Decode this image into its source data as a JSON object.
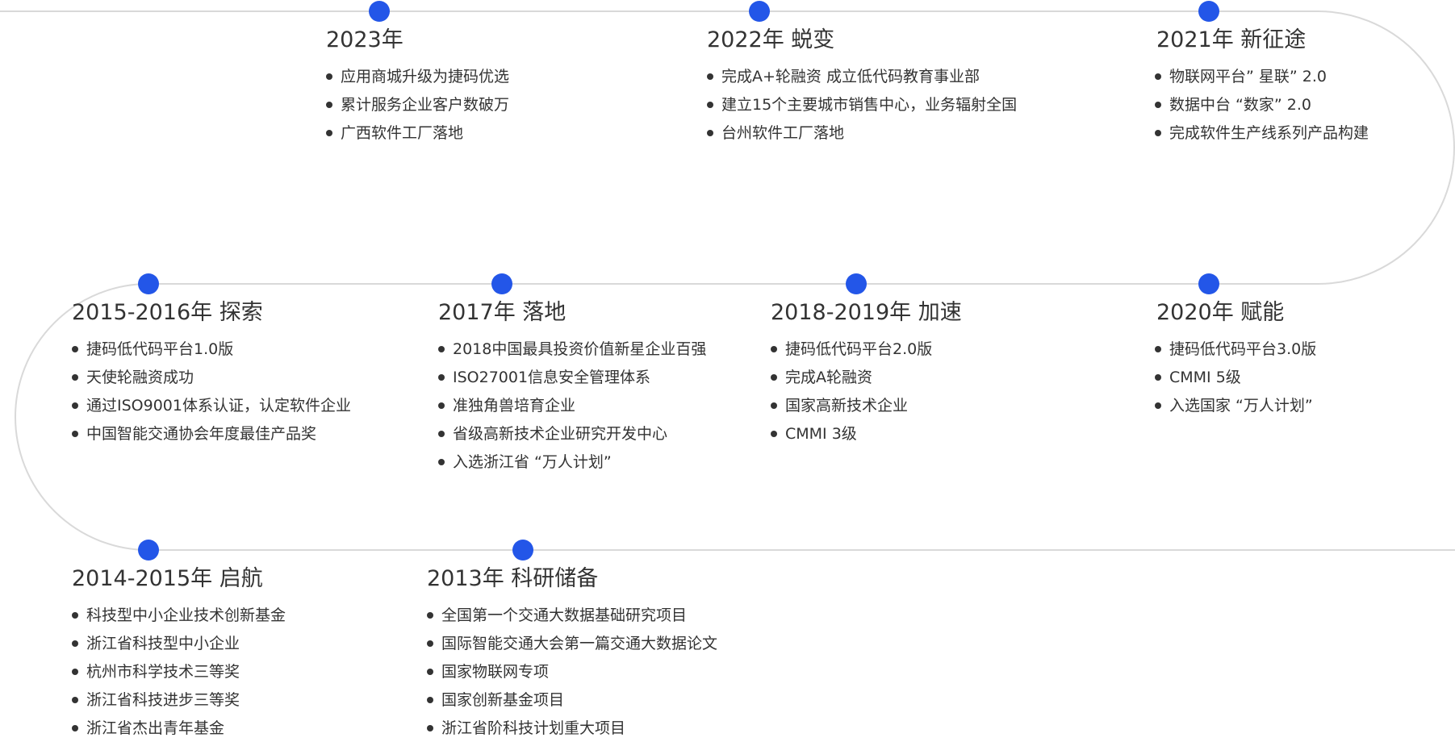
{
  "colors": {
    "accent": "#2356e8",
    "line": "#d9d9d9",
    "text": "#333333"
  },
  "milestones": [
    {
      "title": "2023年",
      "items": [
        "应用商城升级为捷码优选",
        "累计服务企业客户数破万",
        "广西软件工厂落地"
      ]
    },
    {
      "title": "2022年 蜕变",
      "items": [
        "完成A+轮融资 成立低代码教育事业部",
        "建立15个主要城市销售中心，业务辐射全国",
        "台州软件工厂落地"
      ]
    },
    {
      "title": "2021年 新征途",
      "items": [
        "物联网平台” 星联” 2.0",
        "数据中台 “数家” 2.0",
        "完成软件生产线系列产品构建"
      ]
    },
    {
      "title": "2015-2016年 探索",
      "items": [
        "捷码低代码平台1.0版",
        "天使轮融资成功",
        "通过ISO9001体系认证，认定软件企业",
        "中国智能交通协会年度最佳产品奖"
      ]
    },
    {
      "title": "2017年 落地",
      "items": [
        "2018中国最具投资价值新星企业百强",
        "ISO27001信息安全管理体系",
        "准独角兽培育企业",
        "省级高新技术企业研究开发中心",
        "入选浙江省 “万人计划”"
      ]
    },
    {
      "title": "2018-2019年 加速",
      "items": [
        "捷码低代码平台2.0版",
        "完成A轮融资",
        "国家高新技术企业",
        "CMMI 3级"
      ]
    },
    {
      "title": "2020年 赋能",
      "items": [
        "捷码低代码平台3.0版",
        "CMMI 5级",
        "入选国家 “万人计划”"
      ]
    },
    {
      "title": "2014-2015年 启航",
      "items": [
        "科技型中小企业技术创新基金",
        "浙江省科技型中小企业",
        "杭州市科学技术三等奖",
        "浙江省科技进步三等奖",
        "浙江省杰出青年基金"
      ]
    },
    {
      "title": "2013年 科研储备",
      "items": [
        "全国第一个交通大数据基础研究项目",
        "国际智能交通大会第一篇交通大数据论文",
        "国家物联网专项",
        "国家创新基金项目",
        "浙江省阶科技计划重大项目"
      ]
    }
  ]
}
